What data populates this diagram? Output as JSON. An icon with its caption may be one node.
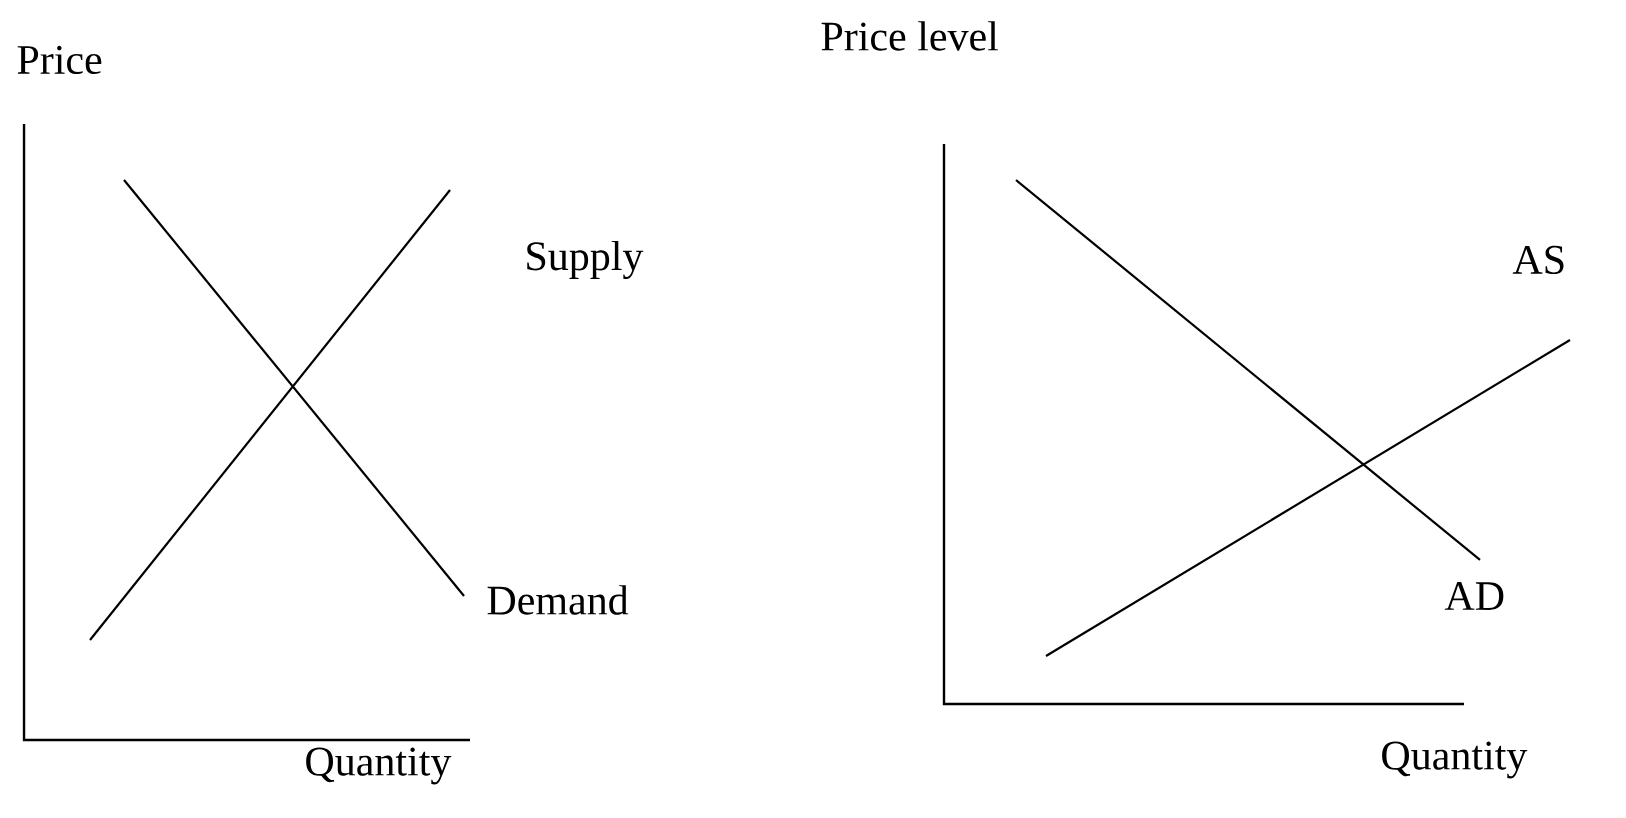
{
  "diagram": {
    "labels": [
      "Price",
      "Price level",
      "Supply",
      "AS",
      "AD",
      "Demand",
      "Quantity",
      "Quantity"
    ]
  }
}
